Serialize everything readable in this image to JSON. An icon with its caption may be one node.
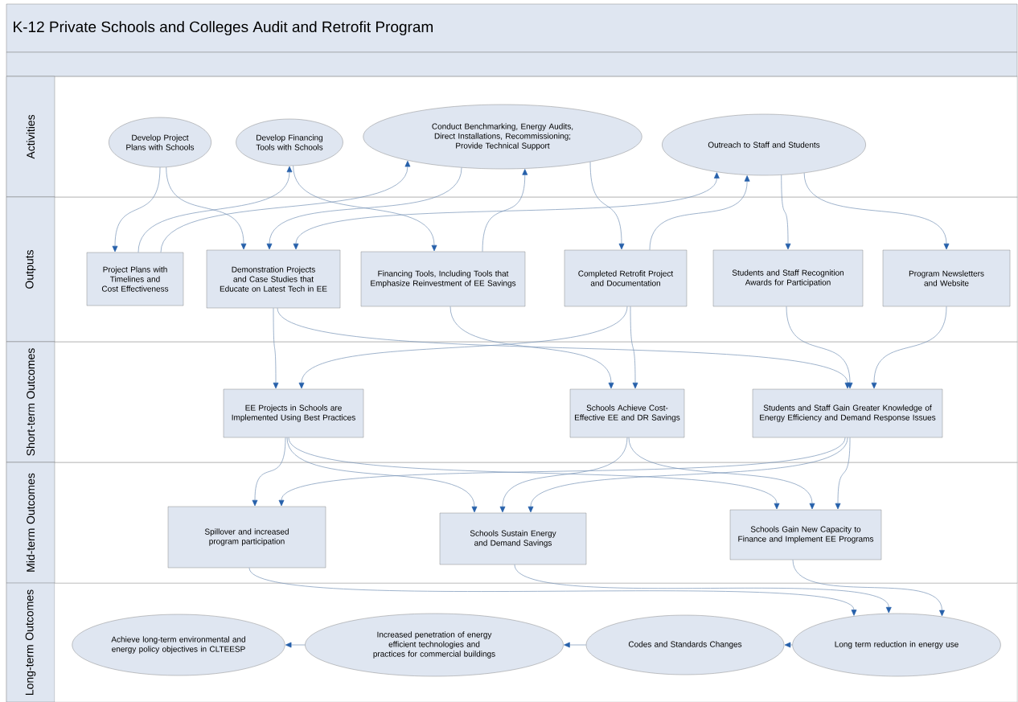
{
  "diagram": {
    "title": "K-12 Private Schools and Colleges Audit and Retrofit Program",
    "nodes": [
      {
        "text": [
          "Activities"
        ]
      },
      {
        "text": [
          "Develop Project Plans with Schools"
        ],
        "in": 0
      },
      {
        "text": [
          "Develop Financing Tools with Schools"
        ],
        "in": 0
      },
      {
        "text": [
          "Conduct Benchmarking, Energy Audits, Direct Installations, Recommissioning; Provide Technical Support"
        ],
        "in": 0
      },
      {
        "text": [
          "Outreach to Staff and Students"
        ],
        "in": 0
      },
      {
        "text": [
          "Outputs"
        ]
      },
      {
        "text": [
          "Project Plans with Timelines and Cost Effectiveness"
        ],
        "in": 5
      },
      {
        "text": [
          "Demonstration Projects and Case Studies that Educate on Latest Tech in EE"
        ],
        "in": 5
      },
      {
        "text": [
          "Financing Tools, Including Tools that Emphasize Reinvestment of EE Savings"
        ],
        "in": 5
      },
      {
        "text": [
          "Completed Retrofit Project and Documentation"
        ],
        "in": 5
      },
      {
        "text": [
          "Students and Staff Recognition Awards for Participation"
        ],
        "in": 5
      },
      {
        "text": [
          "Program Newsletters and Website"
        ],
        "in": 5
      },
      {
        "text": [
          "Short-term Outcomes"
        ]
      },
      {
        "text": [
          "EE Projects in Schools are Implemented Using Best Practices"
        ],
        "in": 12
      },
      {
        "text": [
          "Schools Achieve Cost-Effective EE and DR Savings"
        ],
        "in": 12
      },
      {
        "text": [
          "Students and Staff Gain Greater Knowledge of Energy Efficiency and Demand Response Issues"
        ],
        "in": 12
      },
      {
        "text": [
          "Mid-term Outcomes"
        ]
      },
      {
        "text": [
          "Spillover and increased program participation"
        ],
        "in": 16
      },
      {
        "text": [
          "Schools Sustain Energy and Demand Savings"
        ],
        "in": 16
      },
      {
        "text": [
          "Schools Gain New Capacity to Finance and Implement EE Programs"
        ],
        "in": 16
      },
      {
        "text": [
          "Long-term Outcomes"
        ]
      },
      {
        "text": [
          "Achieve long-term environmental and energy policy objectives in CLTEESP"
        ],
        "in": 20
      },
      {
        "text": [
          "Increased penetration of energy efficient technologies and practices for commercial buildings"
        ],
        "in": 20
      },
      {
        "text": [
          "Codes and Standards Changes"
        ],
        "in": 20
      },
      {
        "text": [
          "Long term reduction in energy use"
        ],
        "in": 20
      }
    ],
    "edges": [
      {
        "from": 1,
        "to": 6,
        "arrow": "to"
      },
      {
        "from": 1,
        "to": 7,
        "arrow": "to"
      },
      {
        "from": 6,
        "to": 2,
        "arrow": "to"
      },
      {
        "from": 6,
        "to": 3,
        "arrow": "to"
      },
      {
        "from": 3,
        "to": 7,
        "arrow": "to"
      },
      {
        "from": 2,
        "to": 8,
        "arrow": "to"
      },
      {
        "from": 4,
        "to": 7,
        "arrow": "both"
      },
      {
        "from": 8,
        "to": 3,
        "arrow": "to"
      },
      {
        "from": 3,
        "to": 9,
        "arrow": "to"
      },
      {
        "from": 9,
        "to": 4,
        "arrow": "to"
      },
      {
        "from": 4,
        "to": 10,
        "arrow": "to"
      },
      {
        "from": 4,
        "to": 11,
        "arrow": "to"
      },
      {
        "from": 7,
        "to": 13,
        "arrow": "to"
      },
      {
        "from": 9,
        "to": 13,
        "arrow": "to"
      },
      {
        "from": 8,
        "to": 14,
        "arrow": "to"
      },
      {
        "from": 9,
        "to": 14,
        "arrow": "to"
      },
      {
        "from": 7,
        "to": 15,
        "arrow": "to"
      },
      {
        "from": 10,
        "to": 15,
        "arrow": "to"
      },
      {
        "from": 11,
        "to": 15,
        "arrow": "to"
      },
      {
        "from": 13,
        "to": 17,
        "arrow": "to"
      },
      {
        "from": 13,
        "to": 18,
        "arrow": "to"
      },
      {
        "from": 13,
        "to": 19,
        "arrow": "to"
      },
      {
        "from": 14,
        "to": 18,
        "arrow": "to"
      },
      {
        "from": 14,
        "to": 19,
        "arrow": "to"
      },
      {
        "from": 15,
        "to": 17,
        "arrow": "to"
      },
      {
        "from": 15,
        "to": 18,
        "arrow": "to"
      },
      {
        "from": 15,
        "to": 19,
        "arrow": "to"
      },
      {
        "from": 17,
        "to": 24,
        "arrow": "to"
      },
      {
        "from": 18,
        "to": 24,
        "arrow": "to"
      },
      {
        "from": 19,
        "to": 24,
        "arrow": "to"
      },
      {
        "from": 24,
        "to": 23,
        "arrow": "to"
      },
      {
        "from": 23,
        "to": 22,
        "arrow": "to"
      },
      {
        "from": 22,
        "to": 21,
        "arrow": "to"
      }
    ]
  }
}
